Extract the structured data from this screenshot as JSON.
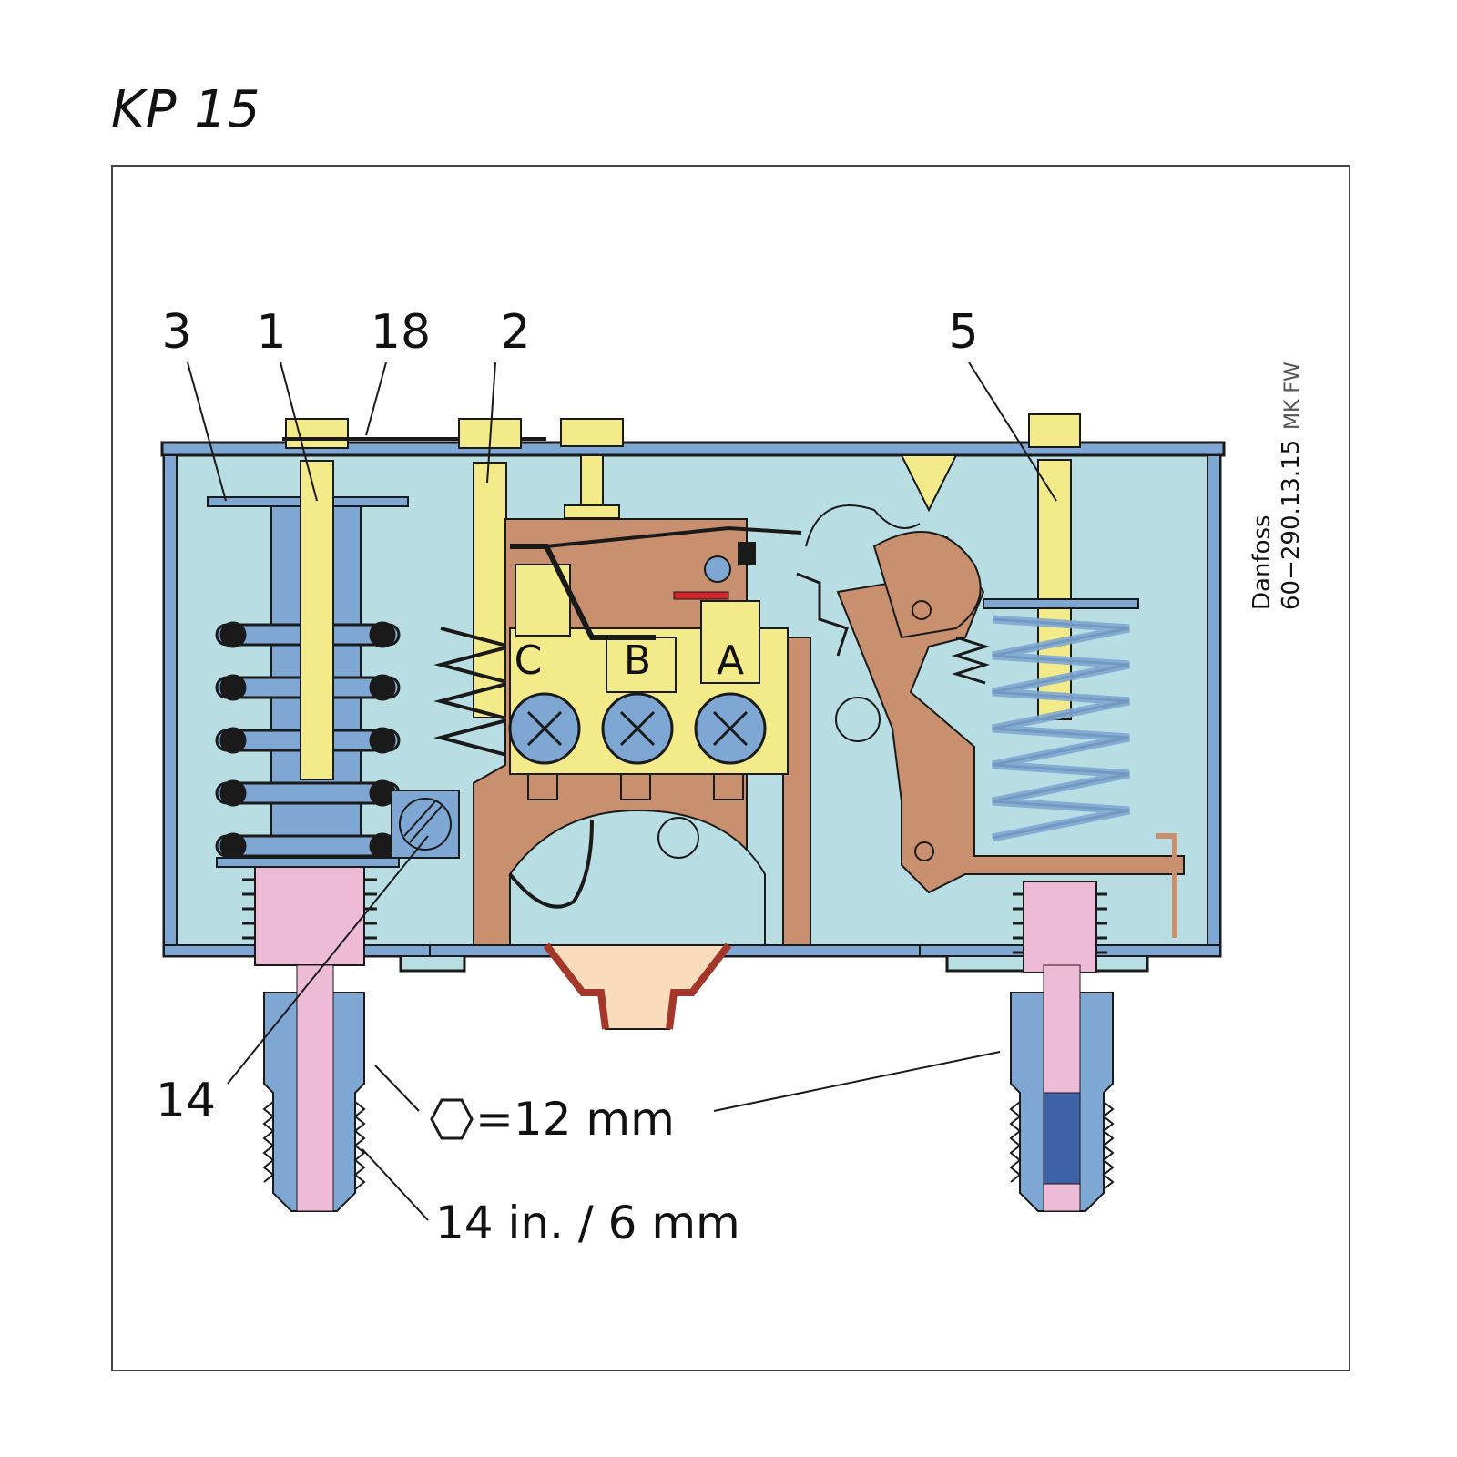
{
  "title": "KP 15",
  "callouts": {
    "c3": "3",
    "c1": "1",
    "c18": "18",
    "c2": "2",
    "c5": "5",
    "c14": "14"
  },
  "terminals": {
    "c": "C",
    "b": "B",
    "a": "A"
  },
  "dimensions": {
    "hex_size": "=12 mm",
    "thread_size": "14 in. / 6 mm"
  },
  "credit": {
    "brand": "Danfoss",
    "code": "60−290.13.15",
    "suffix": "MK FW"
  },
  "colors": {
    "housing_fill": "#b8dde3",
    "housing_edge": "#5b9ac7",
    "spring_blue": "#7ea7d3",
    "brass_yellow": "#f3ea8a",
    "contact_brown": "#c9906f",
    "bellows_pink": "#eebbd6",
    "diaphragm_peach": "#fadcbc",
    "outline": "#1a1a1a",
    "red_accent": "#d2222a"
  }
}
